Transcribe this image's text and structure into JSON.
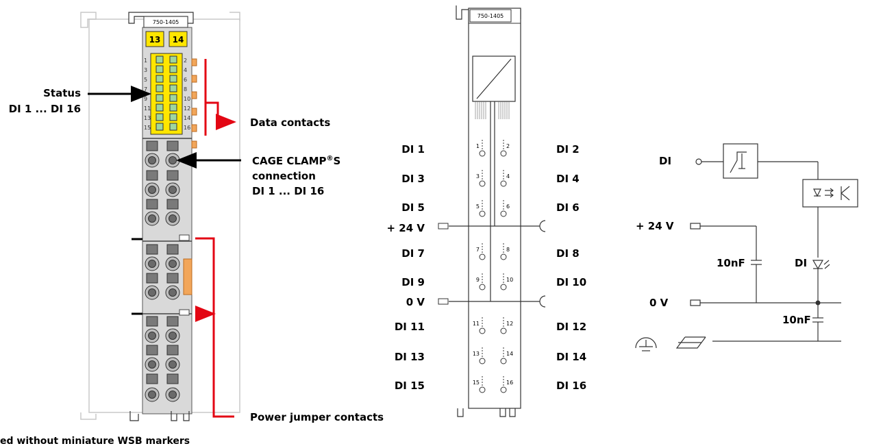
{
  "module_label": "750-1405",
  "power_badges": [
    "13",
    "14"
  ],
  "led_numbers_left": [
    "1",
    "3",
    "5",
    "7",
    "9",
    "11",
    "13",
    "15"
  ],
  "led_numbers_right": [
    "2",
    "4",
    "6",
    "8",
    "10",
    "12",
    "14",
    "16"
  ],
  "annotations": {
    "status_line1": "Status",
    "status_line2": "DI 1 ... DI 16",
    "data_contacts": "Data contacts",
    "cage_line1": "CAGE CLAMP",
    "cage_reg": "®",
    "cage_S": "S",
    "cage_line2": "connection",
    "cage_line3": "DI 1 ... DI 16",
    "power_jumper": "Power jumper contacts",
    "footnote": "ed without miniature WSB markers"
  },
  "terminal_labels_left": [
    "DI 1",
    "DI 3",
    "DI 5",
    "+ 24 V",
    "DI 7",
    "DI 9",
    "0 V",
    "DI 11",
    "DI 13",
    "DI 15"
  ],
  "terminal_labels_right": [
    "DI 2",
    "DI 4",
    "DI 6",
    "DI 8",
    "DI 10",
    "DI 12",
    "DI 14",
    "DI 16"
  ],
  "contact_numbers_left": [
    "1",
    "3",
    "5",
    "7",
    "9",
    "11",
    "13",
    "15"
  ],
  "contact_numbers_right": [
    "2",
    "4",
    "6",
    "8",
    "10",
    "12",
    "14",
    "16"
  ],
  "schematic": {
    "di": "DI",
    "plus24": "+ 24 V",
    "cap1": "10nF",
    "di_led": "DI",
    "zero": "0 V",
    "cap2": "10nF"
  },
  "colors": {
    "accent_red": "#e30613",
    "badge_yellow": "#ffe600",
    "led_green": "#9ed6a0",
    "module_grey": "#d9d9d9",
    "connector_orange": "#f2a65a"
  }
}
